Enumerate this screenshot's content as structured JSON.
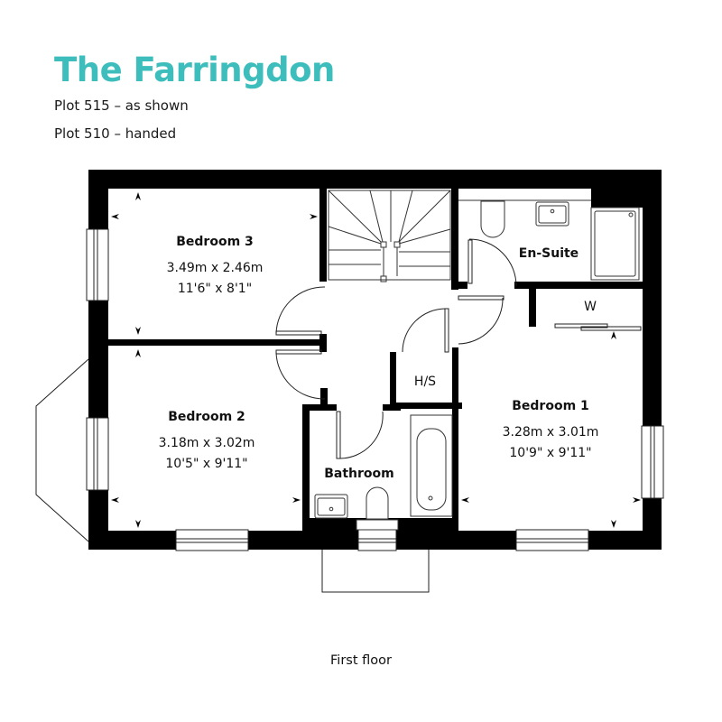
{
  "header": {
    "title": "The Farringdon",
    "title_color": "#3dbdbc",
    "plots": [
      "Plot 515 – as shown",
      "Plot 510 – handed"
    ]
  },
  "floor": {
    "caption": "First floor",
    "rooms": [
      {
        "name": "Bedroom 3",
        "metric": "3.49m x 2.46m",
        "imperial": "11'6\" x 8'1\""
      },
      {
        "name": "Bedroom 2",
        "metric": "3.18m x  3.02m",
        "imperial": "10'5\" x 9'11\""
      },
      {
        "name": "Bedroom 1",
        "metric": "3.28m x 3.01m",
        "imperial": "10'9\" x 9'11\""
      },
      {
        "name": "En-Suite"
      },
      {
        "name": "Bathroom"
      },
      {
        "name": "W"
      },
      {
        "name": "H/S"
      }
    ]
  },
  "colors": {
    "wall": "#000000",
    "line": "#222222",
    "background": "#ffffff"
  }
}
